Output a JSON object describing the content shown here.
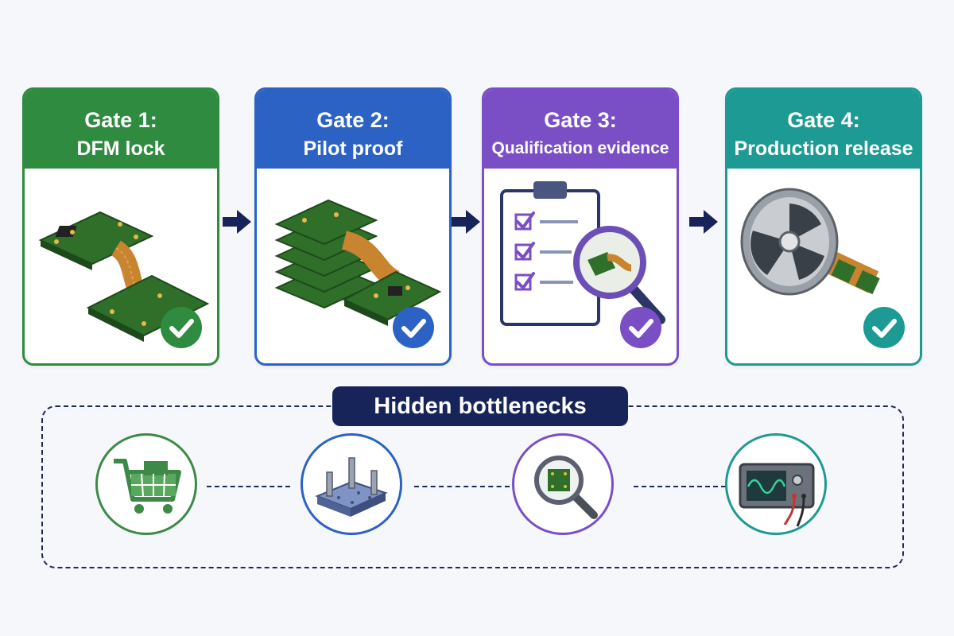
{
  "gates": [
    {
      "title": "Gate 1:",
      "subtitle": "DFM lock",
      "color": "#2e8b3f",
      "illustration": "flex-pcb-icon",
      "status": "check-icon"
    },
    {
      "title": "Gate 2:",
      "subtitle": "Pilot proof",
      "color": "#2b62c4",
      "illustration": "pcb-stack-icon",
      "status": "check-icon"
    },
    {
      "title": "Gate 3:",
      "subtitle": "Qualification evidence",
      "color": "#7a4fc6",
      "illustration": "clipboard-magnifier-icon",
      "status": "check-icon"
    },
    {
      "title": "Gate 4:",
      "subtitle": "Production release",
      "color": "#1c9a93",
      "illustration": "tape-reel-icon",
      "status": "check-icon"
    }
  ],
  "bottlenecks": {
    "title": "Hidden bottlenecks",
    "items": [
      {
        "icon": "shopping-cart-icon",
        "color": "#3c8a46"
      },
      {
        "icon": "test-fixture-icon",
        "color": "#2b62c4"
      },
      {
        "icon": "inspection-magnifier-icon",
        "color": "#7a4fc6"
      },
      {
        "icon": "oscilloscope-icon",
        "color": "#1c9a93"
      }
    ]
  },
  "colors": {
    "navy": "#16245a",
    "background": "#f6f7fa"
  }
}
